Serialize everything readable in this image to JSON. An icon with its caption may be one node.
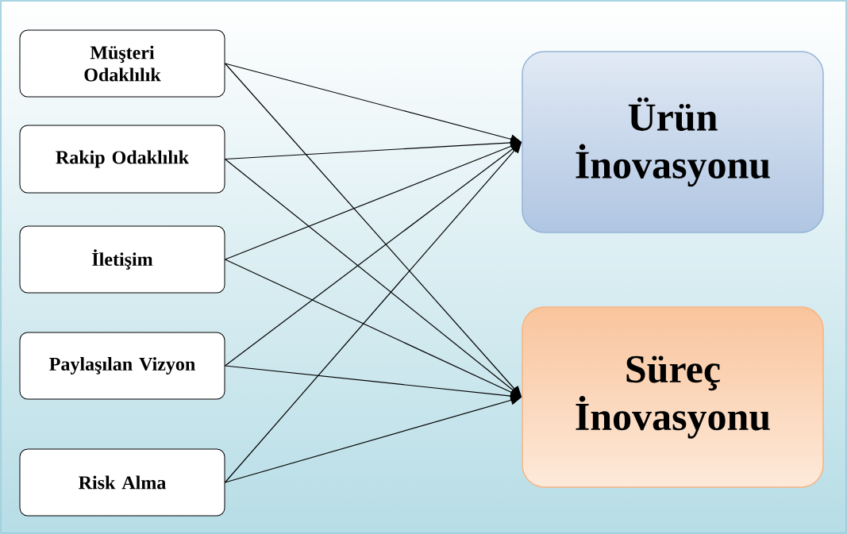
{
  "diagram": {
    "nodes": [
      {
        "text": [
          "Müşteri Odaklılık"
        ]
      },
      {
        "text": [
          "Rakip Odaklılık"
        ]
      },
      {
        "text": [
          "İletişim"
        ]
      },
      {
        "text": [
          "Paylaşılan Vizyon"
        ]
      },
      {
        "text": [
          "Risk Alma"
        ]
      },
      {
        "text": [
          "Ürün İnovasyonu"
        ]
      },
      {
        "text": [
          "Süreç İnovasyonu"
        ]
      }
    ],
    "edges": [
      {
        "from": 0,
        "to": 5,
        "arrow": "to"
      },
      {
        "from": 0,
        "to": 6,
        "arrow": "to"
      },
      {
        "from": 1,
        "to": 5,
        "arrow": "to"
      },
      {
        "from": 1,
        "to": 6,
        "arrow": "to"
      },
      {
        "from": 2,
        "to": 5,
        "arrow": "to"
      },
      {
        "from": 2,
        "to": 6,
        "arrow": "to"
      },
      {
        "from": 3,
        "to": 5,
        "arrow": "to"
      },
      {
        "from": 3,
        "to": 6,
        "arrow": "to"
      },
      {
        "from": 4,
        "to": 5,
        "arrow": "to"
      },
      {
        "from": 4,
        "to": 6,
        "arrow": "to"
      }
    ]
  }
}
